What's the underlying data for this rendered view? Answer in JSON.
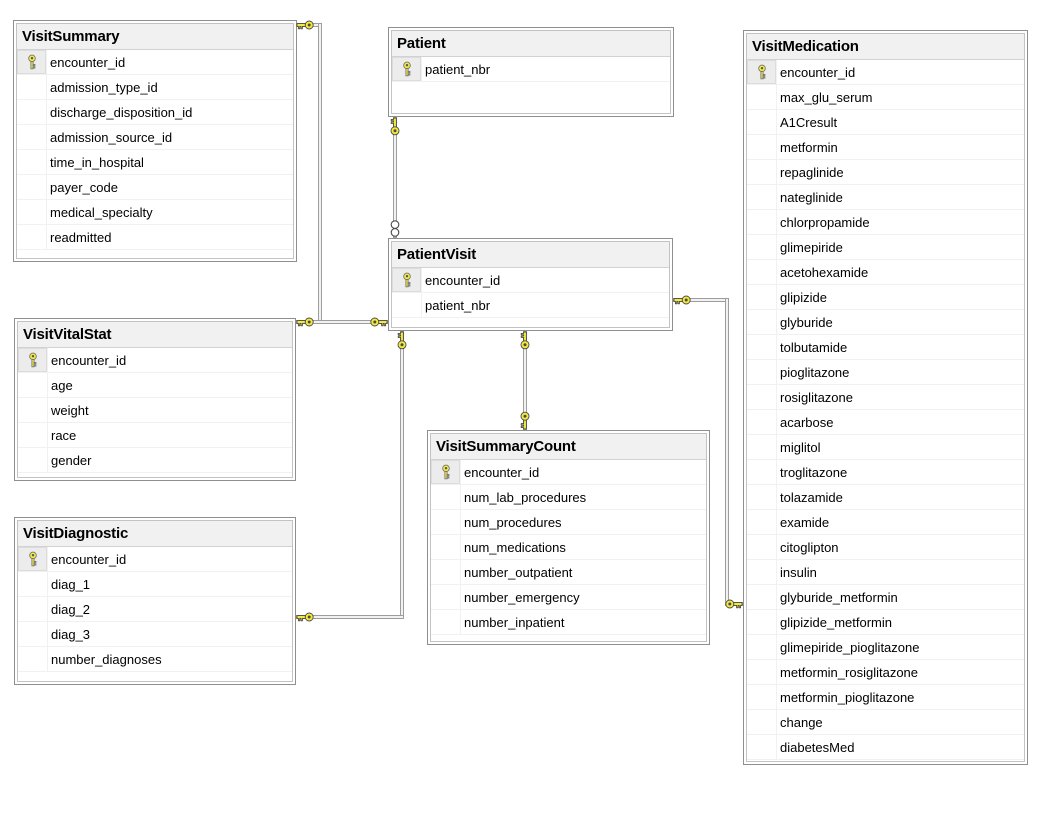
{
  "diagram": {
    "type": "database-entity-relationship-diagram",
    "tables": [
      {
        "name": "VisitSummary",
        "columns": [
          {
            "name": "encounter_id",
            "pk": true
          },
          {
            "name": "admission_type_id",
            "pk": false
          },
          {
            "name": "discharge_disposition_id",
            "pk": false
          },
          {
            "name": "admission_source_id",
            "pk": false
          },
          {
            "name": "time_in_hospital",
            "pk": false
          },
          {
            "name": "payer_code",
            "pk": false
          },
          {
            "name": "medical_specialty",
            "pk": false
          },
          {
            "name": "readmitted",
            "pk": false
          }
        ]
      },
      {
        "name": "Patient",
        "columns": [
          {
            "name": "patient_nbr",
            "pk": true
          }
        ]
      },
      {
        "name": "PatientVisit",
        "columns": [
          {
            "name": "encounter_id",
            "pk": true
          },
          {
            "name": "patient_nbr",
            "pk": false
          }
        ]
      },
      {
        "name": "VisitVitalStat",
        "columns": [
          {
            "name": "encounter_id",
            "pk": true
          },
          {
            "name": "age",
            "pk": false
          },
          {
            "name": "weight",
            "pk": false
          },
          {
            "name": "race",
            "pk": false
          },
          {
            "name": "gender",
            "pk": false
          }
        ]
      },
      {
        "name": "VisitDiagnostic",
        "columns": [
          {
            "name": "encounter_id",
            "pk": true
          },
          {
            "name": "diag_1",
            "pk": false
          },
          {
            "name": "diag_2",
            "pk": false
          },
          {
            "name": "diag_3",
            "pk": false
          },
          {
            "name": "number_diagnoses",
            "pk": false
          }
        ]
      },
      {
        "name": "VisitSummaryCount",
        "columns": [
          {
            "name": "encounter_id",
            "pk": true
          },
          {
            "name": "num_lab_procedures",
            "pk": false
          },
          {
            "name": "num_procedures",
            "pk": false
          },
          {
            "name": "num_medications",
            "pk": false
          },
          {
            "name": "number_outpatient",
            "pk": false
          },
          {
            "name": "number_emergency",
            "pk": false
          },
          {
            "name": "number_inpatient",
            "pk": false
          }
        ]
      },
      {
        "name": "VisitMedication",
        "columns": [
          {
            "name": "encounter_id",
            "pk": true
          },
          {
            "name": "max_glu_serum",
            "pk": false
          },
          {
            "name": "A1Cresult",
            "pk": false
          },
          {
            "name": "metformin",
            "pk": false
          },
          {
            "name": "repaglinide",
            "pk": false
          },
          {
            "name": "nateglinide",
            "pk": false
          },
          {
            "name": "chlorpropamide",
            "pk": false
          },
          {
            "name": "glimepiride",
            "pk": false
          },
          {
            "name": "acetohexamide",
            "pk": false
          },
          {
            "name": "glipizide",
            "pk": false
          },
          {
            "name": "glyburide",
            "pk": false
          },
          {
            "name": "tolbutamide",
            "pk": false
          },
          {
            "name": "pioglitazone",
            "pk": false
          },
          {
            "name": "rosiglitazone",
            "pk": false
          },
          {
            "name": "acarbose",
            "pk": false
          },
          {
            "name": "miglitol",
            "pk": false
          },
          {
            "name": "troglitazone",
            "pk": false
          },
          {
            "name": "tolazamide",
            "pk": false
          },
          {
            "name": "examide",
            "pk": false
          },
          {
            "name": "citoglipton",
            "pk": false
          },
          {
            "name": "insulin",
            "pk": false
          },
          {
            "name": "glyburide_metformin",
            "pk": false
          },
          {
            "name": "glipizide_metformin",
            "pk": false
          },
          {
            "name": "glimepiride_pioglitazone",
            "pk": false
          },
          {
            "name": "metformin_rosiglitazone",
            "pk": false
          },
          {
            "name": "metformin_pioglitazone",
            "pk": false
          },
          {
            "name": "change",
            "pk": false
          },
          {
            "name": "diabetesMed",
            "pk": false
          }
        ]
      }
    ],
    "relationships": [
      {
        "from": "VisitSummary",
        "to": "PatientVisit",
        "from_end": "key",
        "to_end": "key",
        "cardinality": "one-to-one"
      },
      {
        "from": "VisitVitalStat",
        "to": "PatientVisit",
        "from_end": "key",
        "to_end": "key",
        "cardinality": "one-to-one"
      },
      {
        "from": "Patient",
        "to": "PatientVisit",
        "from_end": "key",
        "to_end": "many",
        "cardinality": "one-to-many"
      },
      {
        "from": "PatientVisit",
        "to": "VisitSummaryCount",
        "from_end": "key",
        "to_end": "key",
        "cardinality": "one-to-one"
      },
      {
        "from": "PatientVisit",
        "to": "VisitDiagnostic",
        "from_end": "key",
        "to_end": "key",
        "cardinality": "one-to-one"
      },
      {
        "from": "PatientVisit",
        "to": "VisitMedication",
        "from_end": "key",
        "to_end": "key",
        "cardinality": "one-to-one"
      }
    ],
    "colors": {
      "key_icon_yellow": "#f4ea3d",
      "icon_outline": "#4a4a4a",
      "line_border_gray": "#9d9d9d",
      "title_bar_bg": "#f1f1f1",
      "row_bg": "#ffffff",
      "table_border": "#8f8f8f",
      "text": "#000000",
      "canvas_bg": "#ffffff"
    }
  }
}
